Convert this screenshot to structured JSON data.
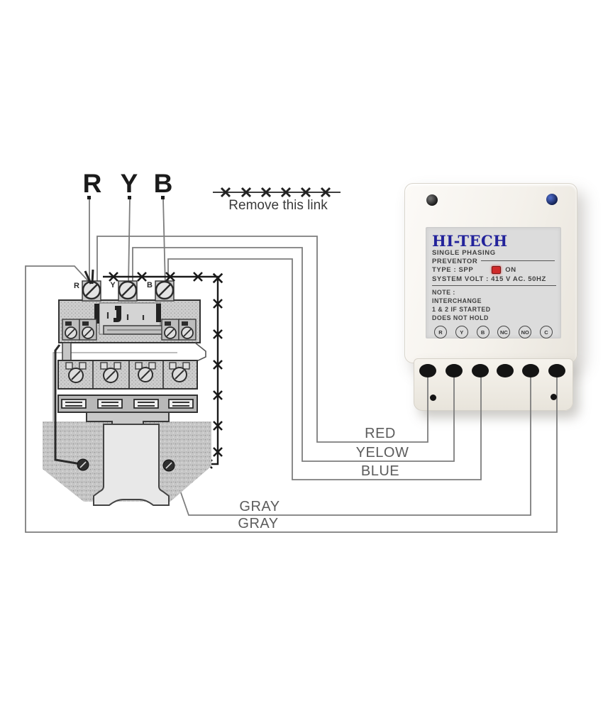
{
  "diagram": {
    "phase_labels": [
      "R",
      "Y",
      "B"
    ],
    "remove_link_text": "Remove this link",
    "contactor_terminal_labels": [
      "R",
      "Y",
      "B"
    ],
    "wire_labels": {
      "red": "RED",
      "yellow": "YELOW",
      "blue": "BLUE",
      "gray_top": "GRAY",
      "gray_bottom": "GRAY"
    }
  },
  "device": {
    "brand": "HI-TECH",
    "product_line1": "SINGLE PHASING",
    "product_line2": "PREVENTOR",
    "type_label": "TYPE : SPP",
    "power_label": "ON",
    "system_volt": "SYSTEM VOLT : 415 V AC. 50HZ",
    "note_heading": "NOTE :",
    "note_line1": "INTERCHANGE",
    "note_line2": "1 & 2 IF STARTED",
    "note_line3": "DOES NOT HOLD",
    "terminals": [
      "R",
      "Y",
      "B",
      "NC",
      "NO",
      "C"
    ],
    "colors": {
      "brand_blue": "#23239b",
      "led_red": "#cf2a2a",
      "label_gray": "#dcdcdc"
    }
  }
}
